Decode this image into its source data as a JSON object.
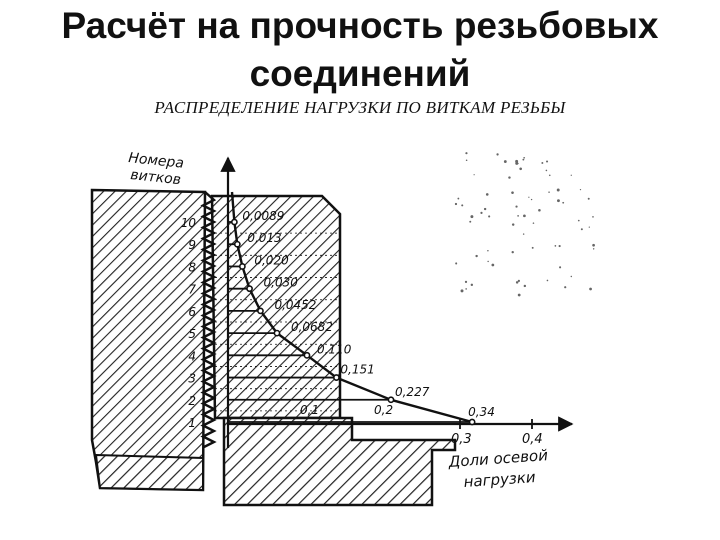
{
  "slide": {
    "title_line1": "Расчёт на прочность резьбовых",
    "title_line2": "соединений",
    "subtitle": "РАСПРЕДЕЛЕНИЕ НАГРУЗКИ ПО ВИТКАМ РЕЗЬБЫ"
  },
  "diagram": {
    "y_axis_label_line1": "Номера",
    "y_axis_label_line2": "витков",
    "x_axis_label_line1": "Доли осевой",
    "x_axis_label_line2": "нагрузки",
    "turn_numbers": [
      "10",
      "9",
      "8",
      "7",
      "6",
      "5",
      "4",
      "3",
      "2",
      "1"
    ],
    "load_values": [
      "0,0089",
      "0,013",
      "0,020",
      "0,030",
      "0,0452",
      "0,0682",
      "0,110",
      "0,151",
      "0,227",
      "0,34"
    ],
    "inner_labels": [
      "0,1",
      "0,2"
    ],
    "x_ticks": [
      "0,3",
      "0,4"
    ]
  }
}
